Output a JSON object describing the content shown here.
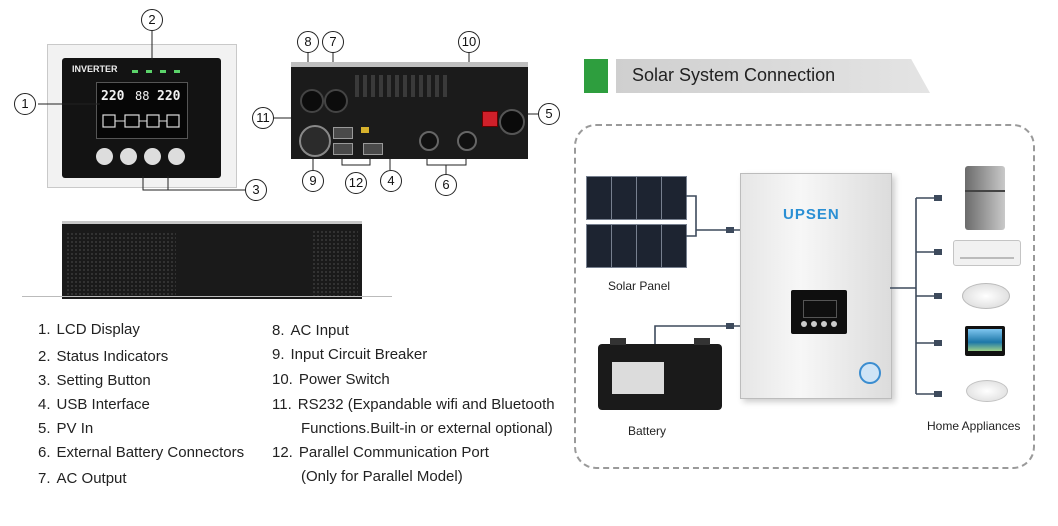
{
  "front_panel": {
    "title": "INVERTER",
    "lcd_left": "220",
    "lcd_mid": "88",
    "lcd_right": "220"
  },
  "callouts": [
    "1",
    "2",
    "3",
    "4",
    "5",
    "6",
    "7",
    "8",
    "9",
    "10",
    "11",
    "12"
  ],
  "legend_left": [
    {
      "num": "1.",
      "label": "LCD Display"
    },
    {
      "num": "2.",
      "label": "Status Indicators"
    },
    {
      "num": "3.",
      "label": "Setting Button"
    },
    {
      "num": "4.",
      "label": "USB Interface"
    },
    {
      "num": "5.",
      "label": "PV In"
    },
    {
      "num": "6.",
      "label": "External Battery Connectors"
    },
    {
      "num": "7.",
      "label": "AC Output"
    }
  ],
  "legend_right": [
    {
      "num": "8.",
      "lines": [
        "AC Input"
      ]
    },
    {
      "num": "9.",
      "lines": [
        "Input Circuit Breaker"
      ]
    },
    {
      "num": "10.",
      "lines": [
        "Power Switch"
      ]
    },
    {
      "num": "11.",
      "lines": [
        "RS232 (Expandable wifi and Bluetooth",
        "Functions.Built-in or external optional)"
      ]
    },
    {
      "num": "12.",
      "lines": [
        "Parallel Communication Port",
        "(Only for Parallel Model)"
      ]
    }
  ],
  "system": {
    "heading": "Solar System Connection",
    "brand": "UPSEN",
    "solar_label": "Solar Panel",
    "battery_label": "Battery",
    "appliances_label": "Home Appliances",
    "accent": "#2e9e3e"
  }
}
